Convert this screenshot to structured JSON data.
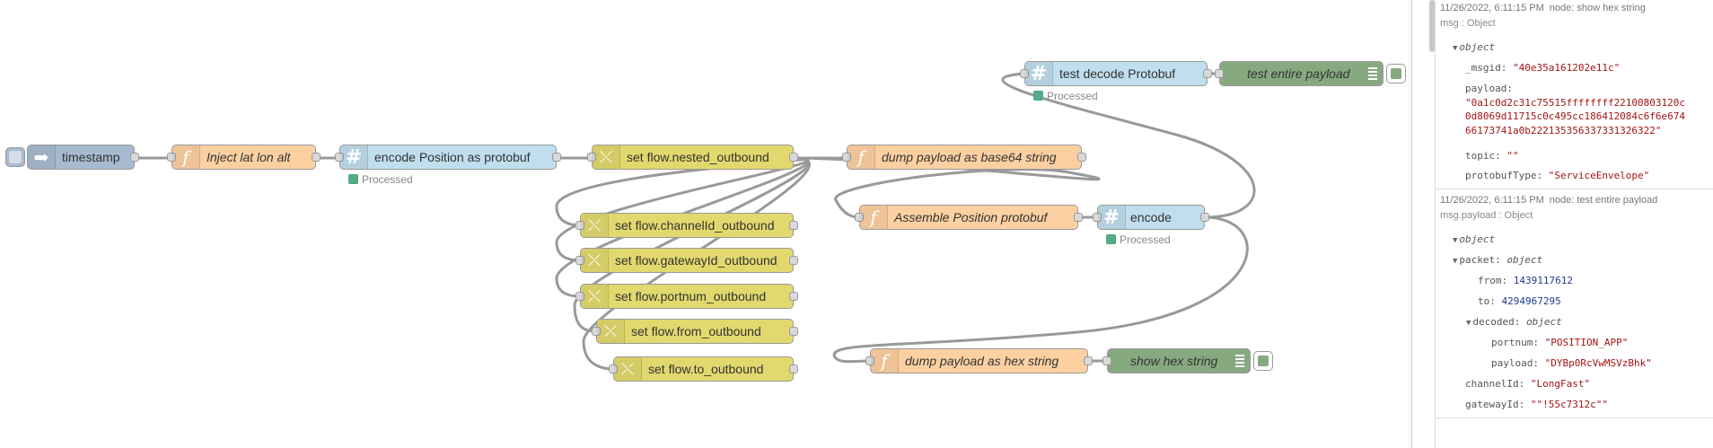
{
  "nodes": {
    "timestamp": "timestamp",
    "inject_lat_lon_alt": "Inject lat lon alt",
    "encode_position": "encode Position as protobuf",
    "set_nested": "set flow.nested_outbound",
    "dump_base64": "dump payload as base64 string",
    "test_decode": "test decode Protobuf",
    "test_entire": "test entire payload",
    "assemble_position": "Assemble Position protobuf",
    "encode": "encode",
    "set_channel": "set flow.channelId_outbound",
    "set_gateway": "set flow.gatewayId_outbound",
    "set_portnum": "set flow.portnum_outbound",
    "set_from": "set flow.from_outbound",
    "set_to": "set flow.to_outbound",
    "dump_hex": "dump payload as hex string",
    "show_hex": "show hex string"
  },
  "status": {
    "processed": "Processed"
  },
  "icons": {
    "function": "function-icon",
    "protobuf": "hash-icon",
    "change": "change-icon",
    "inject": "inject-arrow-icon",
    "debug": "debug-list-icon"
  },
  "colors": {
    "function": "#fdd0a2",
    "protobuf": "#c0deed",
    "change": "#e2d96e",
    "debug": "#87a980",
    "inject": "#a6bbcf",
    "status_ok": "#55aa88",
    "string": "#a31515",
    "number": "#1f3b8c"
  },
  "debug": {
    "msg1": {
      "time": "11/26/2022, 6:11:15 PM",
      "node": "node: show hex string",
      "topic": "msg : Object",
      "root": "object",
      "fields": [
        {
          "key": "_msgid:",
          "value": "\"40e35a161202e11c\""
        },
        {
          "key": "payload:",
          "value": "\"0a1c0d2c31c75515ffffffff22100803120c"
        },
        {
          "key": "",
          "value": "0d8069d11715c0c495cc186412084c6f6e674"
        },
        {
          "key": "",
          "value": "66173741a0b222135356337331326322\""
        },
        {
          "key": "topic:",
          "value": "\"\""
        },
        {
          "key": "protobufType:",
          "value": "\"ServiceEnvelope\""
        }
      ]
    },
    "msg2": {
      "time": "11/26/2022, 6:11:15 PM",
      "node": "node: test entire payload",
      "topic": "msg.payload : Object",
      "root": "object",
      "packet_key": "packet:",
      "packet_type": "object",
      "from_key": "from:",
      "from_value": "1439117612",
      "to_key": "to:",
      "to_value": "4294967295",
      "decoded_key": "decoded:",
      "decoded_type": "object",
      "portnum_key": "portnum:",
      "portnum_value": "\"POSITION_APP\"",
      "payload_key": "payload:",
      "payload_value": "\"DYBp0RcVwMSVzBhk\"",
      "channel_key": "channelId:",
      "channel_value": "\"LongFast\"",
      "gateway_key": "gatewayId:",
      "gateway_value": "\"\"!55c7312c\"\""
    }
  }
}
